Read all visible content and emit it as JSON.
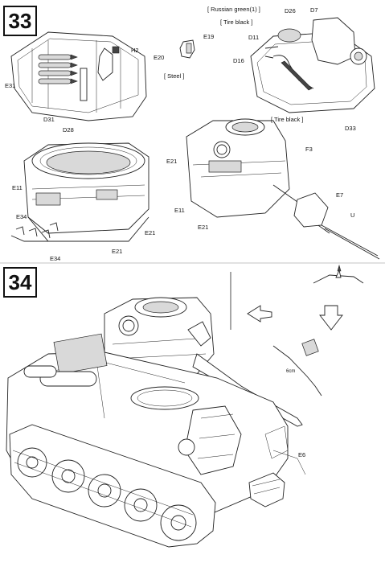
{
  "steps": {
    "step_33": "33",
    "step_34": "34"
  },
  "notes": {
    "russian_green": "[ Russian green(1) ]",
    "tire_black_top": "[ Tire black ]",
    "steel": "[ Steel ]",
    "tire_black_mid": "[ Tire black ]"
  },
  "parts": {
    "h2": "H2",
    "e19": "E19",
    "e20": "E20",
    "e31": "E31",
    "d31": "D31",
    "d28": "D28",
    "d26": "D26",
    "d7": "D7",
    "d11": "D11",
    "d16": "D16",
    "d33": "D33",
    "e21_a": "E21",
    "e21_b": "E21",
    "e21_c": "E21",
    "e21_d": "E21",
    "e11_a": "E11",
    "e11_b": "E11",
    "e34_a": "E34",
    "e34_b": "E34",
    "f3": "F3",
    "e7": "E7",
    "u": "U",
    "e6": "E6"
  },
  "dimension": "6cm"
}
